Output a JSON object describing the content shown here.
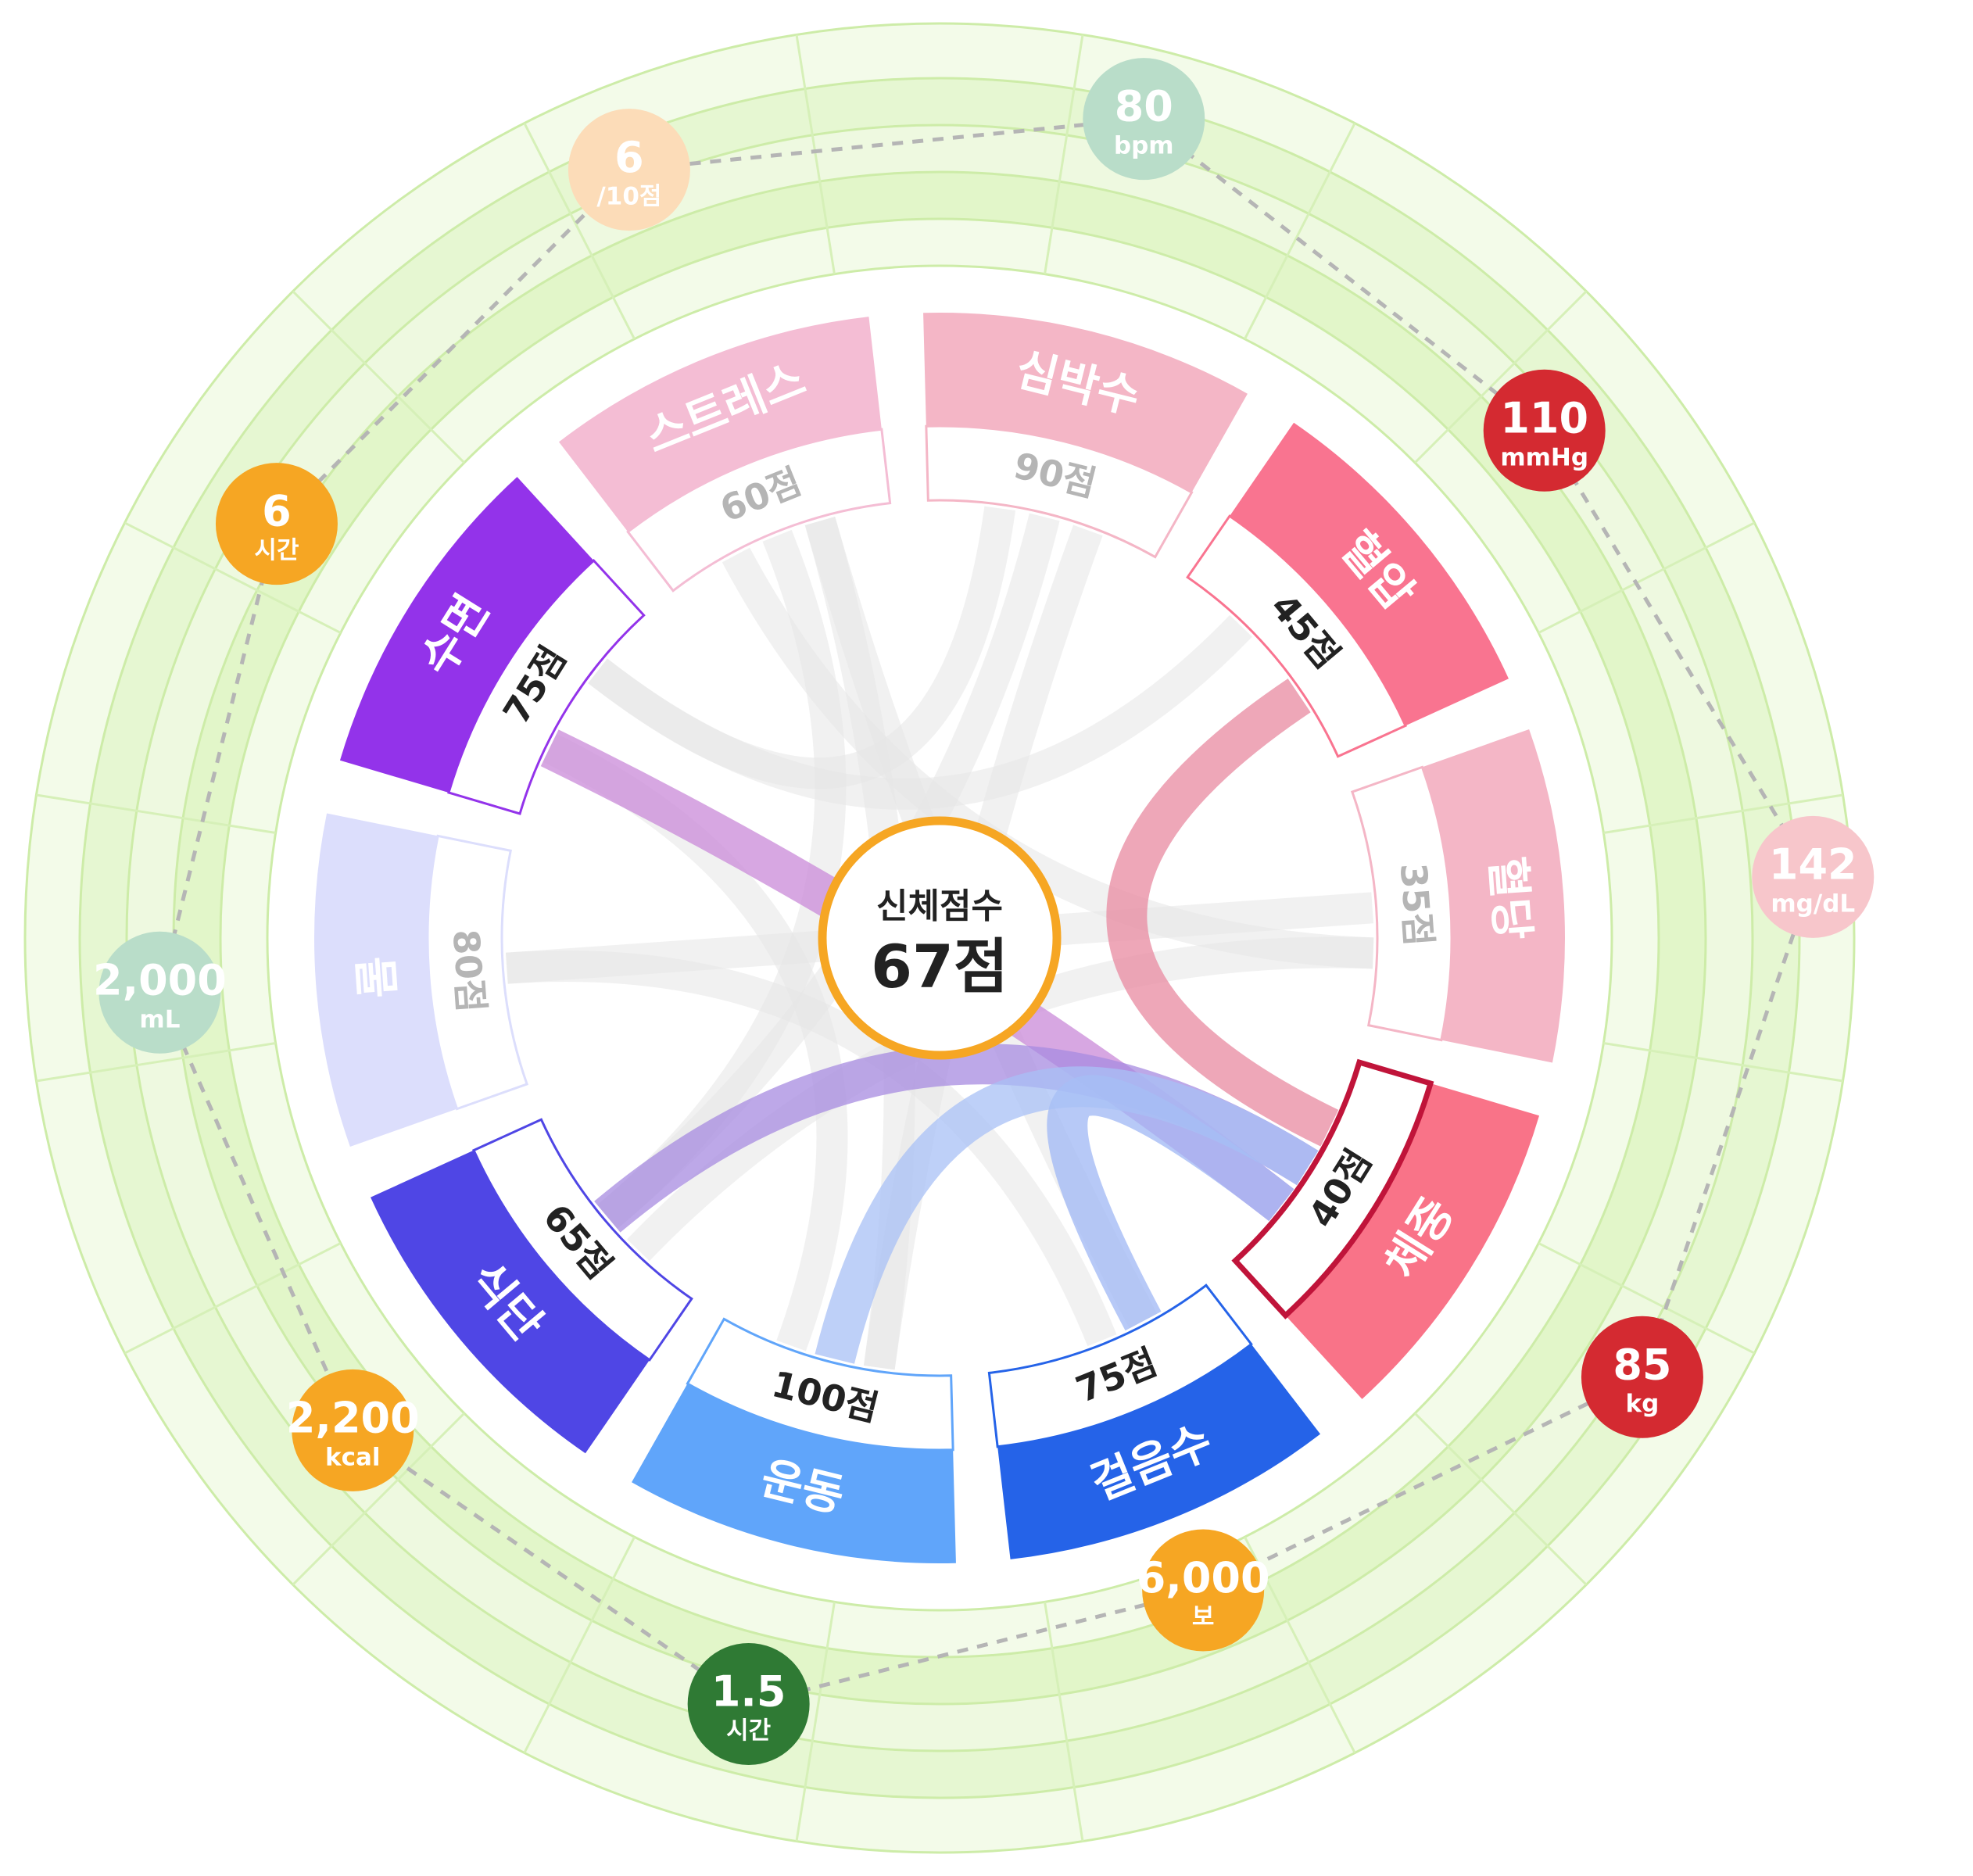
{
  "center": {
    "title": "신체점수",
    "score": "67점"
  },
  "chart_data": {
    "type": "chord",
    "title": "",
    "total_score": 67,
    "segments": [
      {
        "id": "stress",
        "label": "스트레스",
        "score": 60,
        "score_text": "60점",
        "color": "#f4bdd4",
        "label_color": "#ffffff",
        "score_color": "#b5b5b5",
        "highlight": false
      },
      {
        "id": "heart",
        "label": "심박수",
        "score": 90,
        "score_text": "90점",
        "color": "#f4b6c6",
        "label_color": "#ffffff",
        "score_color": "#b5b5b5",
        "highlight": false
      },
      {
        "id": "bp",
        "label": "혈압",
        "score": 45,
        "score_text": "45점",
        "color": "#f97490",
        "label_color": "#ffffff",
        "score_color": "#222222",
        "highlight": false
      },
      {
        "id": "sugar",
        "label": "혈당",
        "score": 35,
        "score_text": "35점",
        "color": "#f4b6c6",
        "label_color": "#ffffff",
        "score_color": "#b5b5b5",
        "highlight": false
      },
      {
        "id": "weight",
        "label": "체중",
        "score": 40,
        "score_text": "40점",
        "color": "#f97388",
        "label_color": "#ffffff",
        "score_color": "#222222",
        "highlight": true
      },
      {
        "id": "steps",
        "label": "걸음수",
        "score": 75,
        "score_text": "75점",
        "color": "#2563e8",
        "label_color": "#ffffff",
        "score_color": "#222222",
        "highlight": false
      },
      {
        "id": "exercise",
        "label": "운동",
        "score": 100,
        "score_text": "100점",
        "color": "#60a5fa",
        "label_color": "#ffffff",
        "score_color": "#222222",
        "highlight": false
      },
      {
        "id": "diet",
        "label": "식단",
        "score": 65,
        "score_text": "65점",
        "color": "#4f46e5",
        "label_color": "#ffffff",
        "score_color": "#222222",
        "highlight": false
      },
      {
        "id": "water",
        "label": "물",
        "score": 80,
        "score_text": "80점",
        "color": "#dcdefc",
        "label_color": "#ffffff",
        "score_color": "#b5b5b5",
        "highlight": false
      },
      {
        "id": "sleep",
        "label": "수면",
        "score": 75,
        "score_text": "75점",
        "color": "#9333ea",
        "label_color": "#ffffff",
        "score_color": "#222222",
        "highlight": false
      }
    ],
    "measurements": [
      {
        "id": "stress",
        "value": "6",
        "unit": "/10점",
        "color": "#fcdcb8"
      },
      {
        "id": "heart",
        "value": "80",
        "unit": "bpm",
        "color": "#b9ddc9"
      },
      {
        "id": "bp",
        "value": "110",
        "unit": "mmHg",
        "color": "#d42a31"
      },
      {
        "id": "sugar",
        "value": "142",
        "unit": "mg/dL",
        "color": "#f7c6cb"
      },
      {
        "id": "weight",
        "value": "85",
        "unit": "kg",
        "color": "#d42a31"
      },
      {
        "id": "steps",
        "value": "6,000",
        "unit": "보",
        "color": "#f6a623"
      },
      {
        "id": "exercise",
        "value": "1.5",
        "unit": "시간",
        "color": "#2f7a34"
      },
      {
        "id": "diet",
        "value": "2,200",
        "unit": "kcal",
        "color": "#f6a623"
      },
      {
        "id": "water",
        "value": "2,000",
        "unit": "mL",
        "color": "#b9ddc9"
      },
      {
        "id": "sleep",
        "value": "6",
        "unit": "시간",
        "color": "#f6a623"
      }
    ],
    "links": [
      {
        "from": "sleep",
        "to": "weight",
        "color": "#c98ad8",
        "emphasis": true
      },
      {
        "from": "diet",
        "to": "weight",
        "color": "#a78be0",
        "emphasis": true
      },
      {
        "from": "bp",
        "to": "weight",
        "color": "#e88aa0",
        "emphasis": true
      },
      {
        "from": "steps",
        "to": "weight",
        "color": "#9fb7f4",
        "emphasis": true
      },
      {
        "from": "exercise",
        "to": "weight",
        "color": "#a8c0f6",
        "emphasis": true
      },
      {
        "from": "stress",
        "to": "sugar",
        "color": "#e6e6e6",
        "emphasis": false
      },
      {
        "from": "stress",
        "to": "diet",
        "color": "#e6e6e6",
        "emphasis": false
      },
      {
        "from": "stress",
        "to": "exercise",
        "color": "#e6e6e6",
        "emphasis": false
      },
      {
        "from": "heart",
        "to": "sleep",
        "color": "#e6e6e6",
        "emphasis": false
      },
      {
        "from": "heart",
        "to": "diet",
        "color": "#e6e6e6",
        "emphasis": false
      },
      {
        "from": "heart",
        "to": "exercise",
        "color": "#e6e6e6",
        "emphasis": false
      },
      {
        "from": "bp",
        "to": "sleep",
        "color": "#e6e6e6",
        "emphasis": false
      },
      {
        "from": "sugar",
        "to": "water",
        "color": "#e6e6e6",
        "emphasis": false
      },
      {
        "from": "sugar",
        "to": "diet",
        "color": "#e6e6e6",
        "emphasis": false
      },
      {
        "from": "sleep",
        "to": "exercise",
        "color": "#e6e6e6",
        "emphasis": false
      },
      {
        "from": "water",
        "to": "steps",
        "color": "#e6e6e6",
        "emphasis": false
      },
      {
        "from": "stress",
        "to": "steps",
        "color": "#e6e6e6",
        "emphasis": false
      }
    ]
  }
}
